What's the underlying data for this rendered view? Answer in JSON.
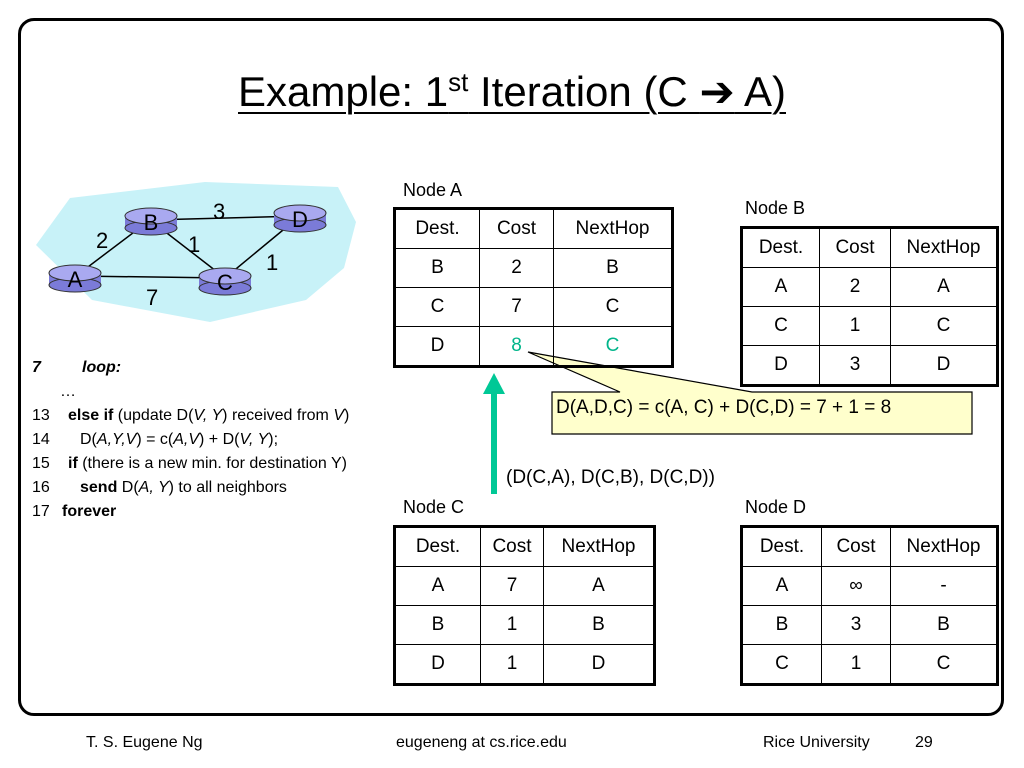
{
  "title": {
    "prefix": "Example: 1",
    "sup": "st",
    "rest": " Iteration (C ",
    "arrow": "➔",
    "end": " A)"
  },
  "network": {
    "nodes": [
      "A",
      "B",
      "C",
      "D"
    ],
    "edges": [
      {
        "from": "A",
        "to": "B",
        "cost": "2"
      },
      {
        "from": "B",
        "to": "D",
        "cost": "3"
      },
      {
        "from": "B",
        "to": "C",
        "cost": "1"
      },
      {
        "from": "C",
        "to": "D",
        "cost": "1"
      },
      {
        "from": "A",
        "to": "C",
        "cost": "7"
      }
    ]
  },
  "tables": {
    "headers": [
      "Dest.",
      "Cost",
      "NextHop"
    ],
    "nodeA": {
      "label": "Node A",
      "rows": [
        [
          "B",
          "2",
          "B"
        ],
        [
          "C",
          "7",
          "C"
        ],
        [
          "D",
          "8",
          "C"
        ]
      ]
    },
    "nodeB": {
      "label": "Node B",
      "rows": [
        [
          "A",
          "2",
          "A"
        ],
        [
          "C",
          "1",
          "C"
        ],
        [
          "D",
          "3",
          "D"
        ]
      ]
    },
    "nodeC": {
      "label": "Node C",
      "rows": [
        [
          "A",
          "7",
          "A"
        ],
        [
          "B",
          "1",
          "B"
        ],
        [
          "D",
          "1",
          "D"
        ]
      ]
    },
    "nodeD": {
      "label": "Node D",
      "rows": [
        [
          "A",
          "∞",
          "-"
        ],
        [
          "B",
          "3",
          "B"
        ],
        [
          "C",
          "1",
          "C"
        ]
      ]
    }
  },
  "callout": "D(A,D,C) = c(A, C) + D(C,D) = 7 + 1 = 8",
  "vector_message": "(D(C,A), D(C,B), D(C,D))",
  "code": {
    "l7_num": "7",
    "l7_text": "loop:",
    "ellipsis": "…",
    "l13_num": "13",
    "l13_kw": "else if",
    "l13_a": " (update D(",
    "l13_b": "V, Y",
    "l13_c": ") received from ",
    "l13_d": "V",
    "l13_e": ")",
    "l14_num": "14",
    "l14_a": "D(",
    "l14_b": "A,Y,V",
    "l14_c": ") = c(",
    "l14_d": "A,V",
    "l14_e": ") + D(",
    "l14_f": "V, Y",
    "l14_g": ");",
    "l15_num": "15",
    "l15_kw": "if",
    "l15_text": " (there is a new min. for destination Y)",
    "l16_num": "16",
    "l16_kw": "send",
    "l16_a": " D(",
    "l16_b": "A, Y",
    "l16_c": ") to all neighbors",
    "l17_num": "17",
    "l17_kw": "forever"
  },
  "footer": {
    "author": "T. S. Eugene Ng",
    "email": "eugeneng at cs.rice.edu",
    "org": "Rice University",
    "page": "29"
  },
  "colors": {
    "highlight": "#00b58a",
    "cloud": "#c8f2f8",
    "router": "#9a9ae6",
    "callout": "#ffffcc"
  }
}
